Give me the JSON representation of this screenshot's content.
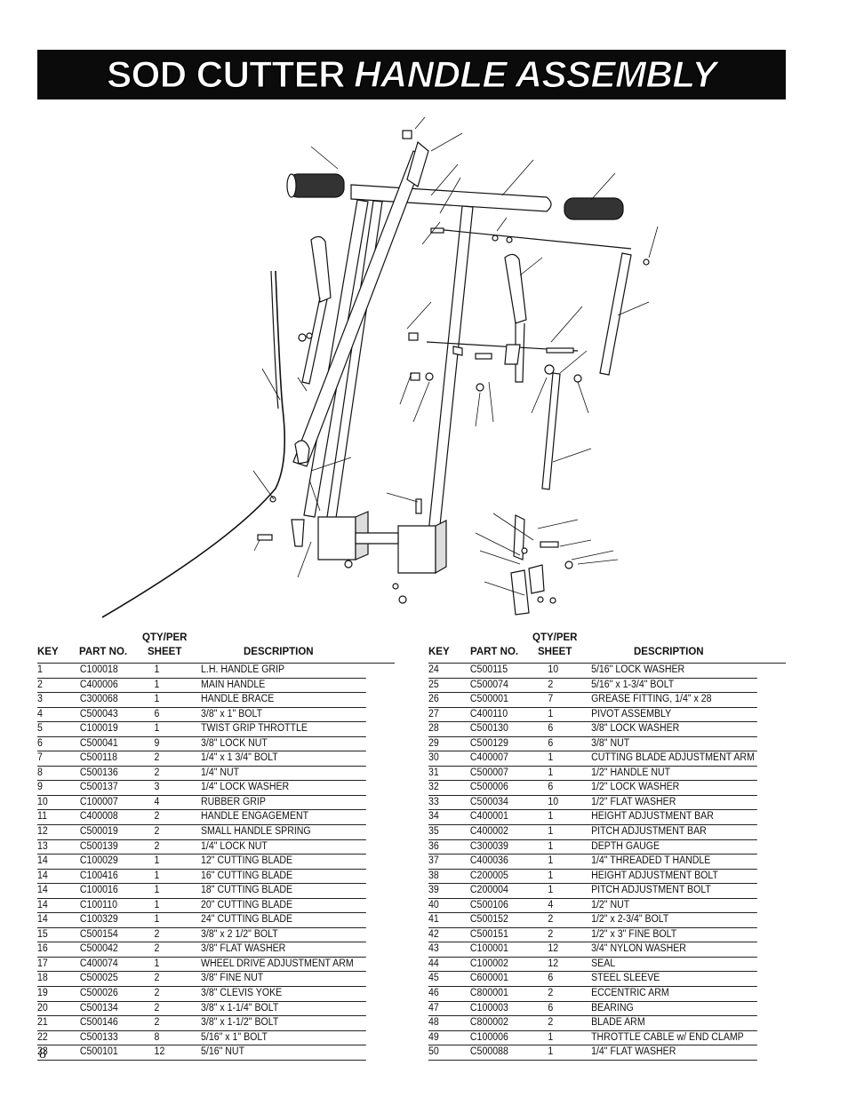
{
  "title": {
    "bold": "SOD CUTTER",
    "italic": "HANDLE ASSEMBLY"
  },
  "columns": {
    "qty_top": "QTY/PER",
    "key": "KEY",
    "part": "PART NO.",
    "qty": "SHEET",
    "desc": "DESCRIPTION"
  },
  "parts_left": [
    {
      "key": "1",
      "part": "C100018",
      "qty": "1",
      "desc": "L.H. HANDLE GRIP"
    },
    {
      "key": "2",
      "part": "C400006",
      "qty": "1",
      "desc": "MAIN HANDLE"
    },
    {
      "key": "3",
      "part": "C300068",
      "qty": "1",
      "desc": "HANDLE BRACE"
    },
    {
      "key": "4",
      "part": "C500043",
      "qty": "6",
      "desc": "3/8\" x 1\" BOLT"
    },
    {
      "key": "5",
      "part": "C100019",
      "qty": "1",
      "desc": "TWIST GRIP THROTTLE"
    },
    {
      "key": "6",
      "part": "C500041",
      "qty": "9",
      "desc": "3/8\" LOCK NUT"
    },
    {
      "key": "7",
      "part": "C500118",
      "qty": "2",
      "desc": "1/4\" x 1 3/4\" BOLT"
    },
    {
      "key": "8",
      "part": "C500136",
      "qty": "2",
      "desc": "1/4\" NUT"
    },
    {
      "key": "9",
      "part": "C500137",
      "qty": "3",
      "desc": "1/4\" LOCK WASHER"
    },
    {
      "key": "10",
      "part": "C100007",
      "qty": "4",
      "desc": "RUBBER GRIP"
    },
    {
      "key": "11",
      "part": "C400008",
      "qty": "2",
      "desc": "HANDLE ENGAGEMENT"
    },
    {
      "key": "12",
      "part": "C500019",
      "qty": "2",
      "desc": "SMALL HANDLE SPRING"
    },
    {
      "key": "13",
      "part": "C500139",
      "qty": "2",
      "desc": "1/4\" LOCK NUT"
    },
    {
      "key": "14",
      "part": "C100029",
      "qty": "1",
      "desc": "12\" CUTTING BLADE"
    },
    {
      "key": "14",
      "part": "C100416",
      "qty": "1",
      "desc": "16\" CUTTING BLADE"
    },
    {
      "key": "14",
      "part": "C100016",
      "qty": "1",
      "desc": "18\" CUTTING BLADE"
    },
    {
      "key": "14",
      "part": "C100110",
      "qty": "1",
      "desc": "20\" CUTTING BLADE"
    },
    {
      "key": "14",
      "part": "C100329",
      "qty": "1",
      "desc": "24\" CUTTING BLADE"
    },
    {
      "key": "15",
      "part": "C500154",
      "qty": "2",
      "desc": "3/8\" x 2 1/2\" BOLT"
    },
    {
      "key": "16",
      "part": "C500042",
      "qty": "2",
      "desc": "3/8\" FLAT WASHER"
    },
    {
      "key": "17",
      "part": "C400074",
      "qty": "1",
      "desc": "WHEEL DRIVE ADJUSTMENT ARM"
    },
    {
      "key": "18",
      "part": "C500025",
      "qty": "2",
      "desc": "3/8\" FINE NUT"
    },
    {
      "key": "19",
      "part": "C500026",
      "qty": "2",
      "desc": "3/8\" CLEVIS YOKE"
    },
    {
      "key": "20",
      "part": "C500134",
      "qty": "2",
      "desc": "3/8\" x 1-1/4\" BOLT"
    },
    {
      "key": "21",
      "part": "C500146",
      "qty": "2",
      "desc": "3/8\" x 1-1/2\" BOLT"
    },
    {
      "key": "22",
      "part": "C500133",
      "qty": "8",
      "desc": "5/16\" x 1\" BOLT"
    },
    {
      "key": "23",
      "part": "C500101",
      "qty": "12",
      "desc": "5/16\" NUT"
    }
  ],
  "parts_right": [
    {
      "key": "24",
      "part": "C500115",
      "qty": "10",
      "desc": "5/16\" LOCK WASHER"
    },
    {
      "key": "25",
      "part": "C500074",
      "qty": "2",
      "desc": "5/16\" x 1-3/4\" BOLT"
    },
    {
      "key": "26",
      "part": "C500001",
      "qty": "7",
      "desc": "GREASE FITTING, 1/4\" x 28"
    },
    {
      "key": "27",
      "part": "C400110",
      "qty": "1",
      "desc": "PIVOT ASSEMBLY"
    },
    {
      "key": "28",
      "part": "C500130",
      "qty": "6",
      "desc": "3/8\" LOCK WASHER"
    },
    {
      "key": "29",
      "part": "C500129",
      "qty": "6",
      "desc": "3/8\" NUT"
    },
    {
      "key": "30",
      "part": "C400007",
      "qty": "1",
      "desc": "CUTTING BLADE ADJUSTMENT ARM"
    },
    {
      "key": "31",
      "part": "C500007",
      "qty": "1",
      "desc": "1/2\" HANDLE NUT"
    },
    {
      "key": "32",
      "part": "C500006",
      "qty": "6",
      "desc": "1/2\" LOCK WASHER"
    },
    {
      "key": "33",
      "part": "C500034",
      "qty": "10",
      "desc": "1/2\" FLAT WASHER"
    },
    {
      "key": "34",
      "part": "C400001",
      "qty": "1",
      "desc": "HEIGHT ADJUSTMENT BAR"
    },
    {
      "key": "35",
      "part": "C400002",
      "qty": "1",
      "desc": "PITCH ADJUSTMENT BAR"
    },
    {
      "key": "36",
      "part": "C300039",
      "qty": "1",
      "desc": "DEPTH GAUGE"
    },
    {
      "key": "37",
      "part": "C400036",
      "qty": "1",
      "desc": "1/4\" THREADED T HANDLE"
    },
    {
      "key": "38",
      "part": "C200005",
      "qty": "1",
      "desc": "HEIGHT ADJUSTMENT BOLT"
    },
    {
      "key": "39",
      "part": "C200004",
      "qty": "1",
      "desc": "PITCH ADJUSTMENT BOLT"
    },
    {
      "key": "40",
      "part": "C500106",
      "qty": "4",
      "desc": "1/2\" NUT"
    },
    {
      "key": "41",
      "part": "C500152",
      "qty": "2",
      "desc": "1/2\" x 2-3/4\" BOLT"
    },
    {
      "key": "42",
      "part": "C500151",
      "qty": "2",
      "desc": "1/2\" x 3\" FINE BOLT"
    },
    {
      "key": "43",
      "part": "C100001",
      "qty": "12",
      "desc": "3/4\" NYLON WASHER"
    },
    {
      "key": "44",
      "part": "C100002",
      "qty": "12",
      "desc": "SEAL"
    },
    {
      "key": "45",
      "part": "C600001",
      "qty": "6",
      "desc": "STEEL SLEEVE"
    },
    {
      "key": "46",
      "part": "C800001",
      "qty": "2",
      "desc": "ECCENTRIC ARM"
    },
    {
      "key": "47",
      "part": "C100003",
      "qty": "6",
      "desc": "BEARING"
    },
    {
      "key": "48",
      "part": "C800002",
      "qty": "2",
      "desc": "BLADE ARM"
    },
    {
      "key": "49",
      "part": "C100006",
      "qty": "1",
      "desc": "THROTTLE CABLE w/ END CLAMP"
    },
    {
      "key": "50",
      "part": "C500088",
      "qty": "1",
      "desc": "1/4\" FLAT WASHER"
    }
  ],
  "page_number": "8"
}
